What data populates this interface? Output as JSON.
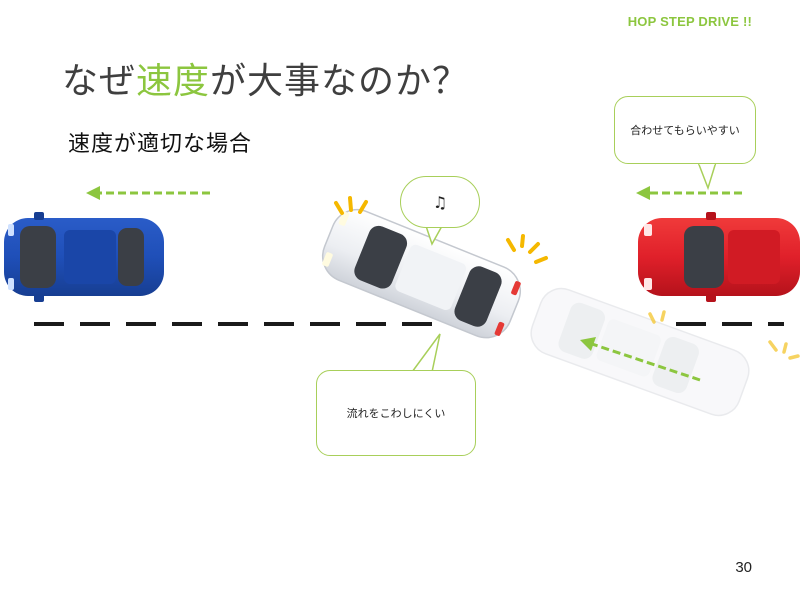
{
  "brand": "HOP STEP DRIVE !!",
  "title": {
    "prefix": "なぜ",
    "accent": "速度",
    "suffix": "が大事なのか？"
  },
  "subtitle": "速度が適切な場合",
  "bubbles": {
    "top_right": "合わせてもらいやすい",
    "middle": "流れをこわしにくい",
    "music_note": "♫"
  },
  "page_number": "30",
  "colors": {
    "accent": "#8cc63f",
    "blue_car": "#1f4fb8",
    "red_car": "#e0202a",
    "white_car": "#e9ebef"
  }
}
